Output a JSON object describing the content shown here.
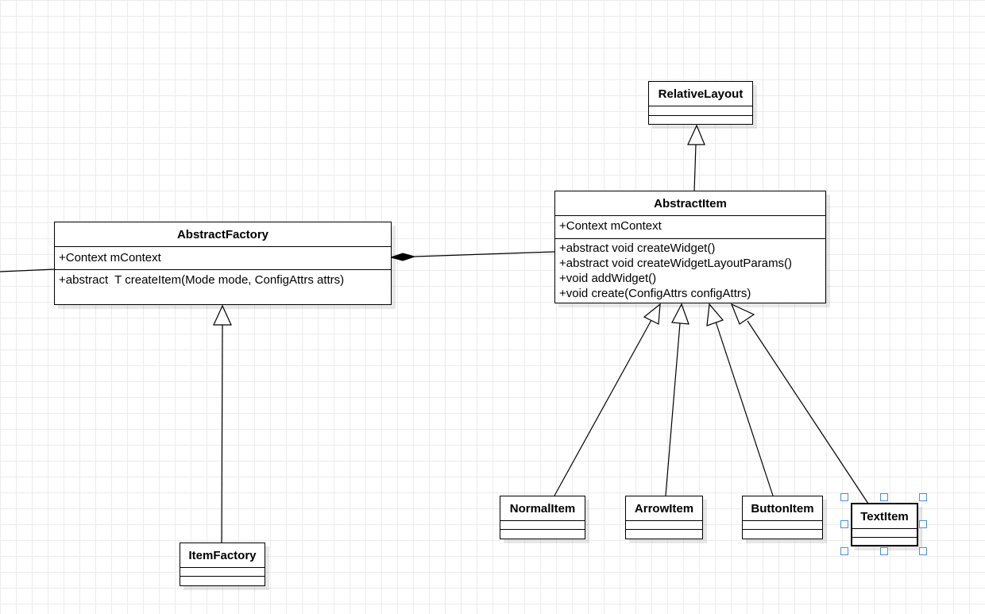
{
  "diagram": {
    "classes": {
      "relative_layout": {
        "name": "RelativeLayout"
      },
      "abstract_item": {
        "name": "AbstractItem",
        "attributes": [
          "+Context mContext"
        ],
        "operations": [
          "+abstract void createWidget()",
          "+abstract void createWidgetLayoutParams()",
          "+void addWidget()",
          "+void create(ConfigAttrs configAttrs)"
        ]
      },
      "abstract_factory": {
        "name": "AbstractFactory",
        "attributes": [
          "+Context mContext"
        ],
        "operations": [
          "+abstract  T createItem(Mode mode, ConfigAttrs attrs)"
        ]
      },
      "item_factory": {
        "name": "ItemFactory"
      },
      "normal_item": {
        "name": "NormalItem"
      },
      "arrow_item": {
        "name": "ArrowItem"
      },
      "button_item": {
        "name": "ButtonItem"
      },
      "text_item": {
        "name": "TextItem",
        "selected": true
      }
    },
    "relationships": [
      {
        "type": "generalization",
        "from": "AbstractItem",
        "to": "RelativeLayout"
      },
      {
        "type": "composition",
        "whole": "AbstractFactory",
        "part": "AbstractItem"
      },
      {
        "type": "generalization",
        "from": "ItemFactory",
        "to": "AbstractFactory"
      },
      {
        "type": "generalization",
        "from": "NormalItem",
        "to": "AbstractItem"
      },
      {
        "type": "generalization",
        "from": "ArrowItem",
        "to": "AbstractItem"
      },
      {
        "type": "generalization",
        "from": "ButtonItem",
        "to": "AbstractItem"
      },
      {
        "type": "generalization",
        "from": "TextItem",
        "to": "AbstractItem"
      },
      {
        "type": "association",
        "from": "AbstractFactory",
        "to": "off-canvas-left"
      }
    ],
    "colors": {
      "line": "#000000",
      "selection_handle": "#4a8fe0",
      "grid": "#ececec"
    }
  }
}
